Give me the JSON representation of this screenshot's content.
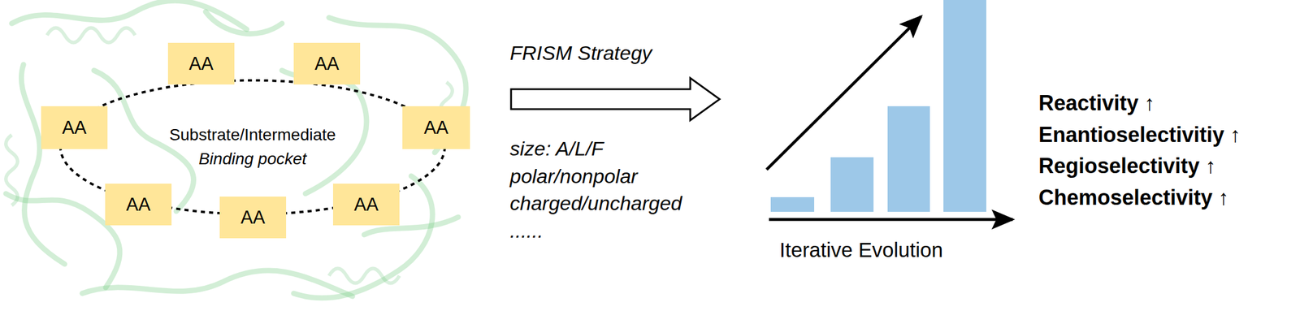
{
  "diagram": {
    "nodes": [
      {
        "text": [
          "Substrate/Intermediate",
          "Binding pocket"
        ]
      },
      {
        "text": [
          "AA"
        ]
      },
      {
        "text": [
          "AA"
        ]
      },
      {
        "text": [
          "AA"
        ]
      },
      {
        "text": [
          "AA"
        ]
      },
      {
        "text": [
          "AA"
        ]
      },
      {
        "text": [
          "AA"
        ]
      },
      {
        "text": [
          "AA"
        ]
      }
    ],
    "labels": [
      "FRISM Strategy",
      "size: A/L/F",
      "polar/nonpolar",
      "charged/uncharged",
      "......",
      "Iterative Evolution",
      "Reactivity ↑",
      "Enantioselectivitiy ↑",
      "Regioselectivity ↑",
      "Chemoselectivity ↑"
    ]
  }
}
